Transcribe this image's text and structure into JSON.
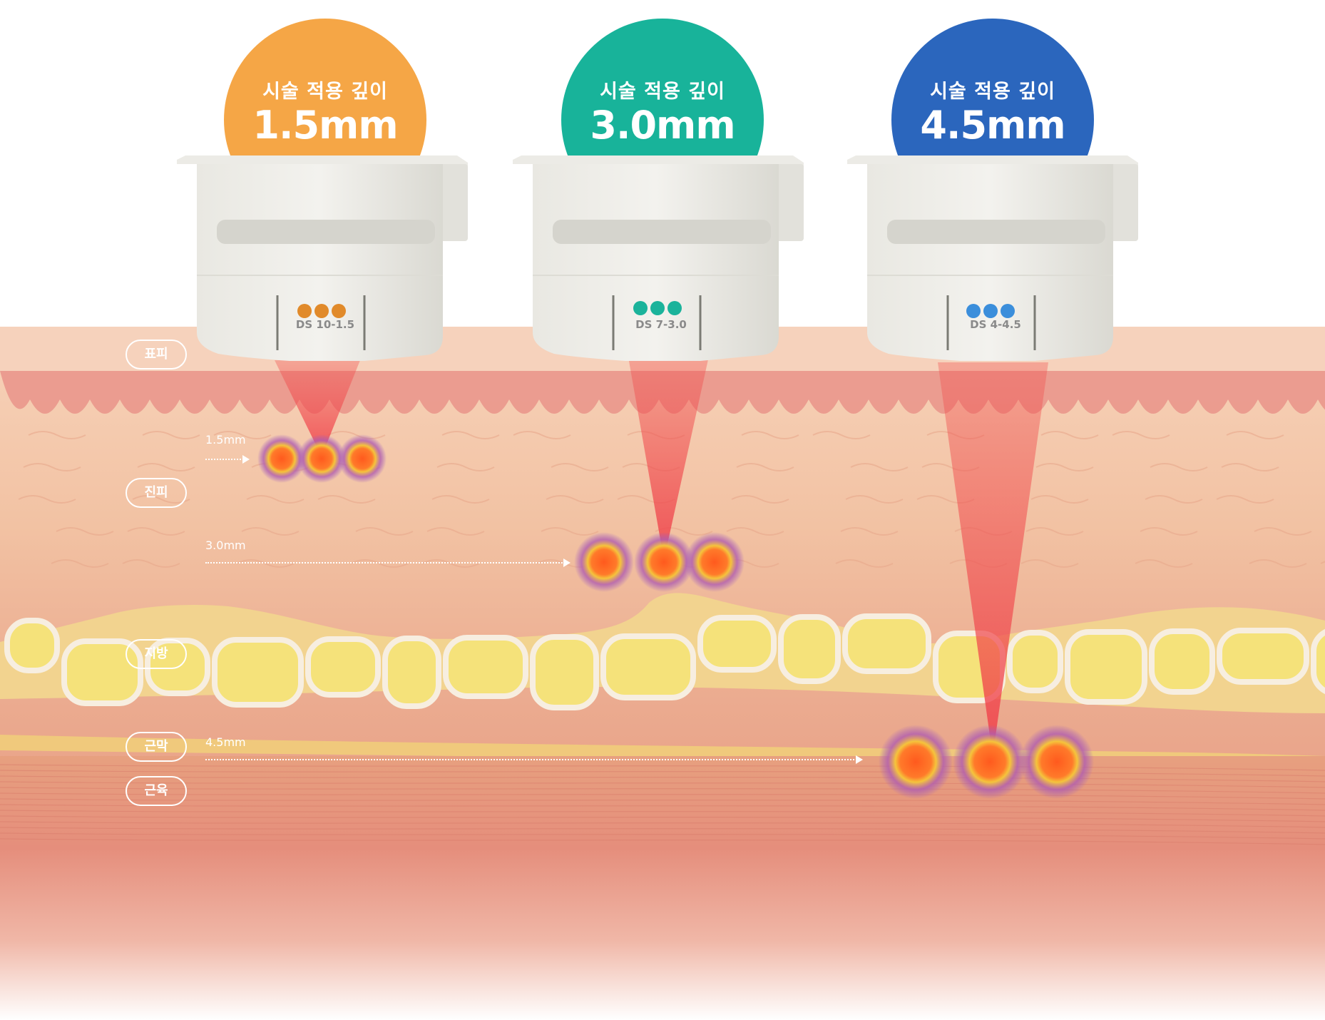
{
  "colors": {
    "depth_1_5": "#F5A646",
    "depth_3_0": "#18B39A",
    "depth_4_5": "#2B66BD",
    "dot_1_5": "#E18A2A",
    "dot_3_0": "#1BB39B",
    "dot_4_5": "#3B8EDB",
    "skin": "#F3C4A5",
    "fat": "#F3E07A",
    "muscle": "#E89C86"
  },
  "cartridges": [
    {
      "label": "시술 적용 깊이",
      "depth": "1.5mm",
      "model": "DS 10-1.5",
      "color_key": "depth_1_5"
    },
    {
      "label": "시술 적용 깊이",
      "depth": "3.0mm",
      "model": "DS 7-3.0",
      "color_key": "depth_3_0"
    },
    {
      "label": "시술 적용 깊이",
      "depth": "4.5mm",
      "model": "DS 4-4.5",
      "color_key": "depth_4_5"
    }
  ],
  "layers": [
    "표피",
    "진피",
    "지방",
    "근막",
    "근육"
  ],
  "depth_markers": [
    "1.5mm",
    "3.0mm",
    "4.5mm"
  ]
}
